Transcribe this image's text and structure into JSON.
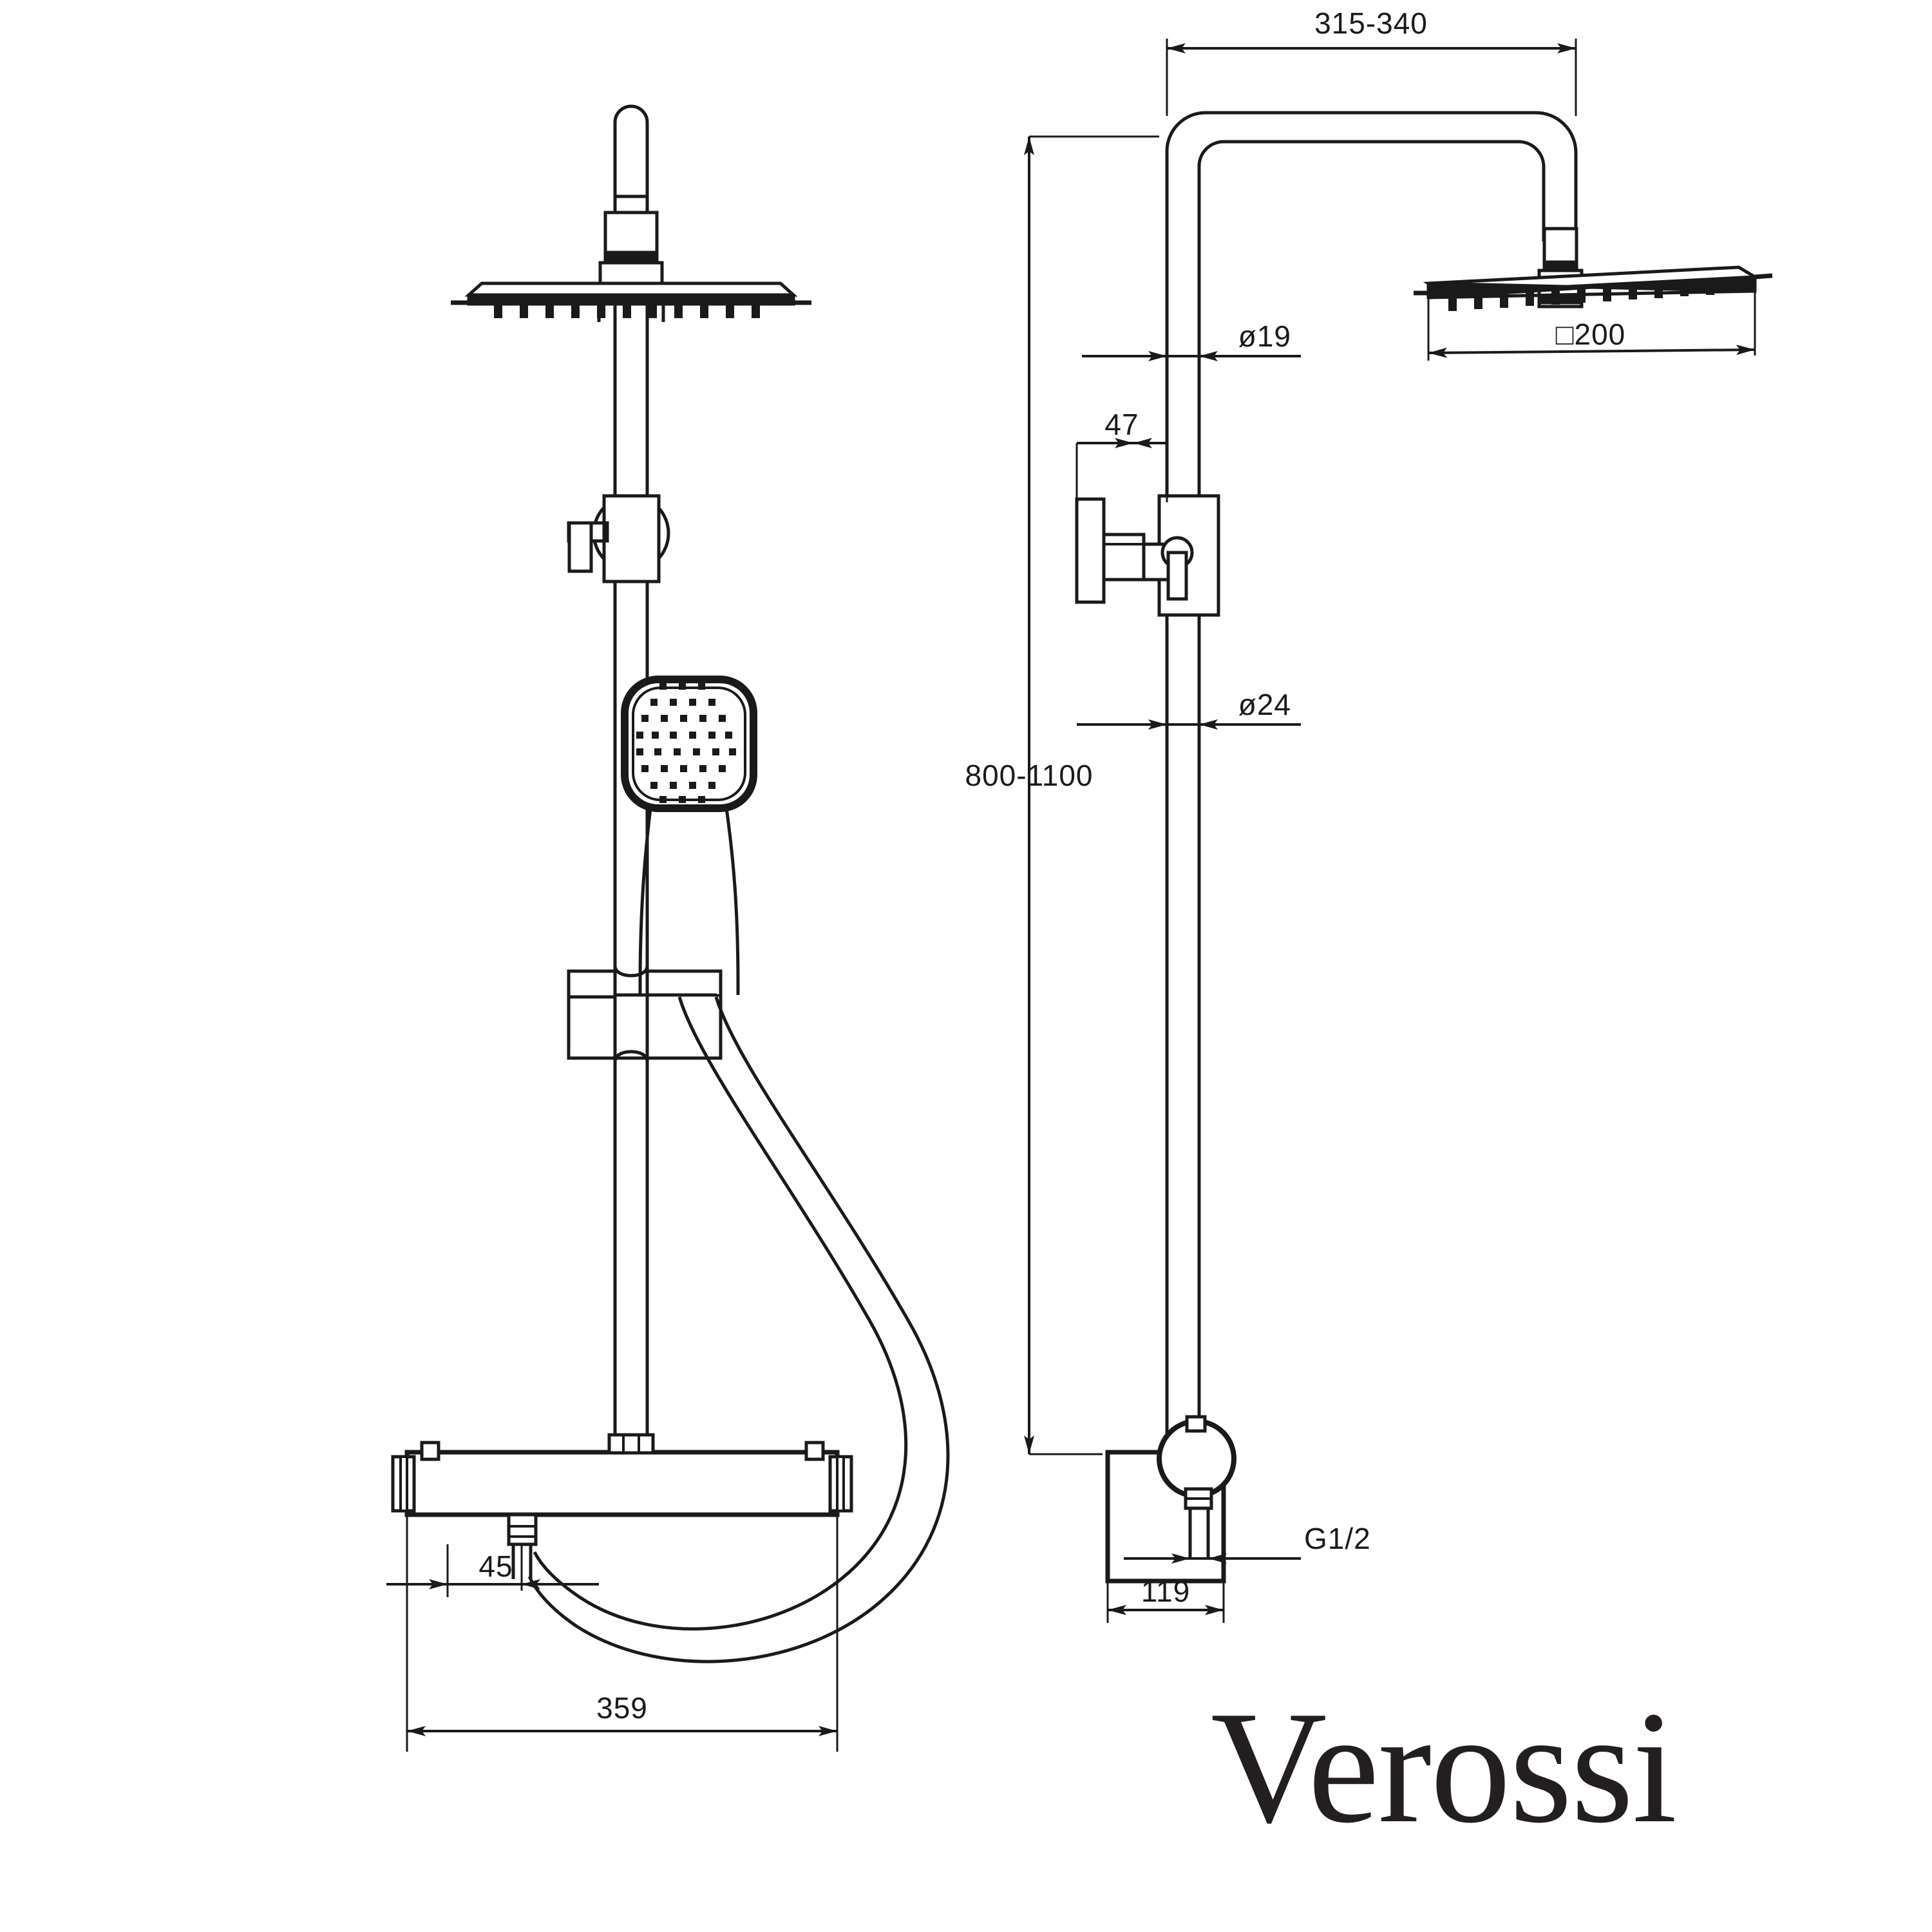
{
  "document": {
    "type": "technical-drawing",
    "subject": "Thermostatic rigid riser shower column",
    "brand": "Verossi",
    "background_color": "#ffffff",
    "line_color": "#1a1a1a"
  },
  "brand": {
    "logo_text": "Verossi"
  },
  "views": {
    "front": {
      "name": "front-elevation",
      "label": ""
    },
    "side": {
      "name": "side-elevation",
      "label": ""
    }
  },
  "dimensions": {
    "overhead_arm_reach": "315-340",
    "riser_height_range": "800-1100",
    "riser_pipe_diameter": "ø19",
    "lower_pipe_diameter": "ø24",
    "wall_bracket_projection": "47",
    "head_square_size": "□200",
    "outlet_thread": "G1/2",
    "valve_projection": "119",
    "outlet_offset": "45",
    "overall_width": "359"
  },
  "parts": {
    "overhead_shower": "square-overhead-shower-head",
    "shower_arm": "gooseneck-shower-arm",
    "riser_rail": "riser-rail",
    "hand_shower": "square-hand-shower",
    "hand_shower_holder": "sliding-hand-shower-holder",
    "slider_bracket": "riser-rail-slider-bracket",
    "wall_bracket": "wall-mount-bracket",
    "thermostatic_bar": "thermostatic-mixer-bar",
    "shower_hose": "flexible-shower-hose",
    "temperature_handle": "temperature-control-handle",
    "flow_handle": "flow-control-handle",
    "outlet_elbow": "hose-outlet-elbow"
  }
}
